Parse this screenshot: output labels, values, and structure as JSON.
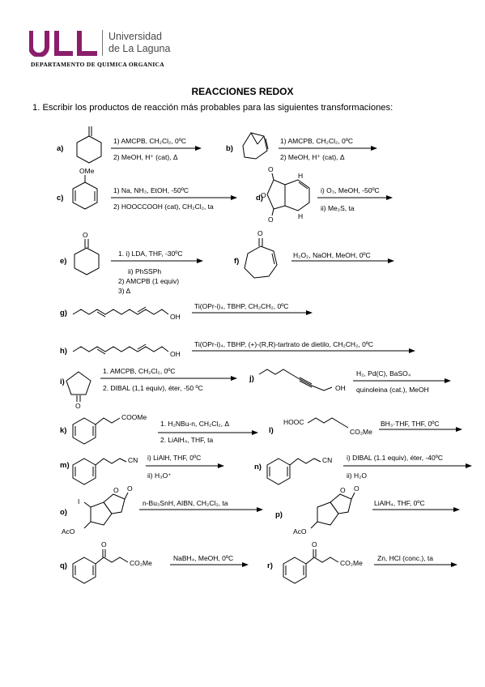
{
  "header": {
    "university_line1": "Universidad",
    "university_line2": "de La Laguna",
    "department": "DEPARTAMENTO DE QUIMICA ORGANICA"
  },
  "title": "REACCIONES REDOX",
  "intro": "1.  Escribir los productos de reacción más probables para las siguientes transformaciones:",
  "items": {
    "a": {
      "label": "a)",
      "c1": "1) AMCPB, CH₂Cl₂, 0ºC",
      "c2": "2) MeOH, H⁺ (cat), Δ"
    },
    "b": {
      "label": "b)",
      "c1": "1) AMCPB, CH₂Cl₂, 0ºC",
      "c2": "2) MeOH, H⁺ (cat), Δ"
    },
    "c": {
      "label": "c)",
      "sub": "OMe",
      "c1": "1) Na, NH₃, EtOH, -50ºC",
      "c2": "2) HOOCCOOH (cat), CH₂Cl₂, ta"
    },
    "d": {
      "label": "d)",
      "h1": "H",
      "h2": "H",
      "o1": "O",
      "o2": "O",
      "o3": "O",
      "c1": "i) O₃, MeOH, -50ºC",
      "c2": "ii) Me₂S, ta"
    },
    "e": {
      "label": "e)",
      "o": "O",
      "c1": "1. i) LDA, THF, -30ºC",
      "c2": "ii) PhSSPh",
      "c3": "2) AMCPB (1 equiv)",
      "c4": "3) Δ"
    },
    "f": {
      "label": "f)",
      "o": "O",
      "c1": "H₂O₂, NaOH, MeOH, 0ºC"
    },
    "g": {
      "label": "g)",
      "oh": "OH",
      "c1": "Ti(OPr-i)₄, TBHP, CH₂CH₂, 0ºC"
    },
    "h": {
      "label": "h)",
      "oh": "OH",
      "c1": "Ti(OPr-i)₄, TBHP, (+)-(R,R)-tartrato de dietilo, CH₂CH₂, 0ºC"
    },
    "i": {
      "label": "i)",
      "o": "O",
      "c1": "1. AMCPB, CH₂Cl₂, 0ºC",
      "c2": "2. DIBAL (1,1 equiv), éter, -50 ºC"
    },
    "j": {
      "label": "j)",
      "oh": "OH",
      "c1": "H₂, Pd(C), BaSO₄",
      "c2": "quinoleina (cat.), MeOH"
    },
    "k": {
      "label": "k)",
      "sub": "COOMe",
      "c1": "1. H₂NBu-n, CH₂Cl₂, Δ",
      "c2": "2. LiAlH₄, THF, ta"
    },
    "l": {
      "label": "l)",
      "s1": "HOOC",
      "s2": "CO₂Me",
      "c1": "BH₃·THF, THF, 0ºC"
    },
    "m": {
      "label": "m)",
      "sub": "CN",
      "c1": "i) LiAlH, THF, 0ºC",
      "c2": "ii) H₃O⁺"
    },
    "n": {
      "label": "n)",
      "sub": "CN",
      "c1": "i) DIBAL (1.1 equiv), éter, -40ºC",
      "c2": "ii) H₂O"
    },
    "o": {
      "label": "o)",
      "i": "I",
      "o1": "O",
      "o2": "O",
      "ac": "AcO",
      "c1": "n-Bu₃SnH, AIBN, CH₂Cl₂, ta"
    },
    "p": {
      "label": "p)",
      "o1": "O",
      "o2": "O",
      "ac": "AcO",
      "c1": "LiAlH₄, THF, 0ºC"
    },
    "q": {
      "label": "q)",
      "o": "O",
      "sub": "CO₂Me",
      "c1": "NaBH₄, MeOH, 0ºC"
    },
    "r": {
      "label": "r)",
      "o": "O",
      "sub": "CO₂Me",
      "c1": "Zn, HCl (conc.), ta"
    }
  }
}
